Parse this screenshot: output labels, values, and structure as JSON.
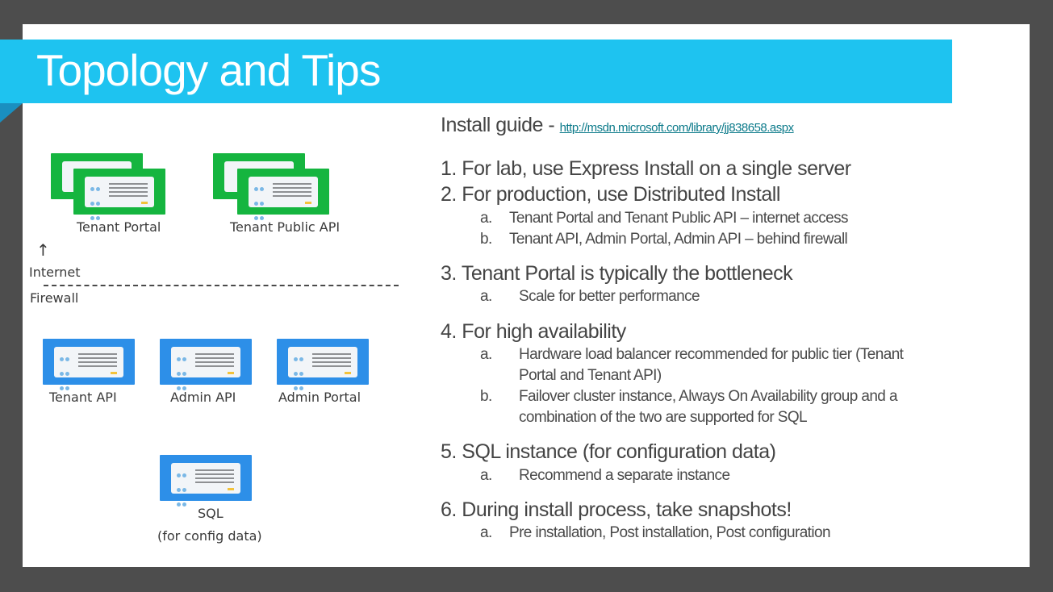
{
  "title": "Topology and Tips",
  "diagram": {
    "labels": {
      "tenant_portal": "Tenant Portal",
      "tenant_public_api": "Tenant Public API",
      "internet_arrow": "↑",
      "internet": "Internet",
      "firewall": "Firewall",
      "tenant_api": "Tenant API",
      "admin_api": "Admin API",
      "admin_portal": "Admin Portal",
      "sql": "SQL",
      "sql_sub": "(for config data)"
    },
    "colors": {
      "public_tier": "#15b53f",
      "private_tier": "#2d8fe8"
    }
  },
  "content": {
    "install_guide_label": "Install guide - ",
    "install_guide_link": "http://msdn.microsoft.com/library/jj838658.aspx",
    "items": [
      {
        "text": "1. For lab, use Express Install on a single server",
        "subs": []
      },
      {
        "text": "2. For production, use Distributed Install",
        "subs": [
          {
            "marker": "a.",
            "text": "Tenant Portal and Tenant Public API – internet access"
          },
          {
            "marker": "b.",
            "text": "Tenant API, Admin Portal, Admin API – behind firewall"
          }
        ]
      },
      {
        "text": "3. Tenant Portal is typically the bottleneck",
        "subs": [
          {
            "marker": "a.",
            "text": "Scale for better performance"
          }
        ]
      },
      {
        "text": "4. For high availability",
        "subs": [
          {
            "marker": "a.",
            "text": "Hardware load balancer recommended for public tier (Tenant",
            "cont": "Portal and Tenant API)"
          },
          {
            "marker": "b.",
            "text": "Failover cluster instance, Always On Availability group and a",
            "cont": "combination of the two are supported for SQL"
          }
        ]
      },
      {
        "text": "5. SQL instance (for configuration data)",
        "subs": [
          {
            "marker": "a.",
            "text": "Recommend a separate instance"
          }
        ]
      },
      {
        "text": "6. During install process, take snapshots!",
        "subs": [
          {
            "marker": "a.",
            "text": "Pre installation, Post installation, Post configuration"
          }
        ]
      }
    ]
  }
}
